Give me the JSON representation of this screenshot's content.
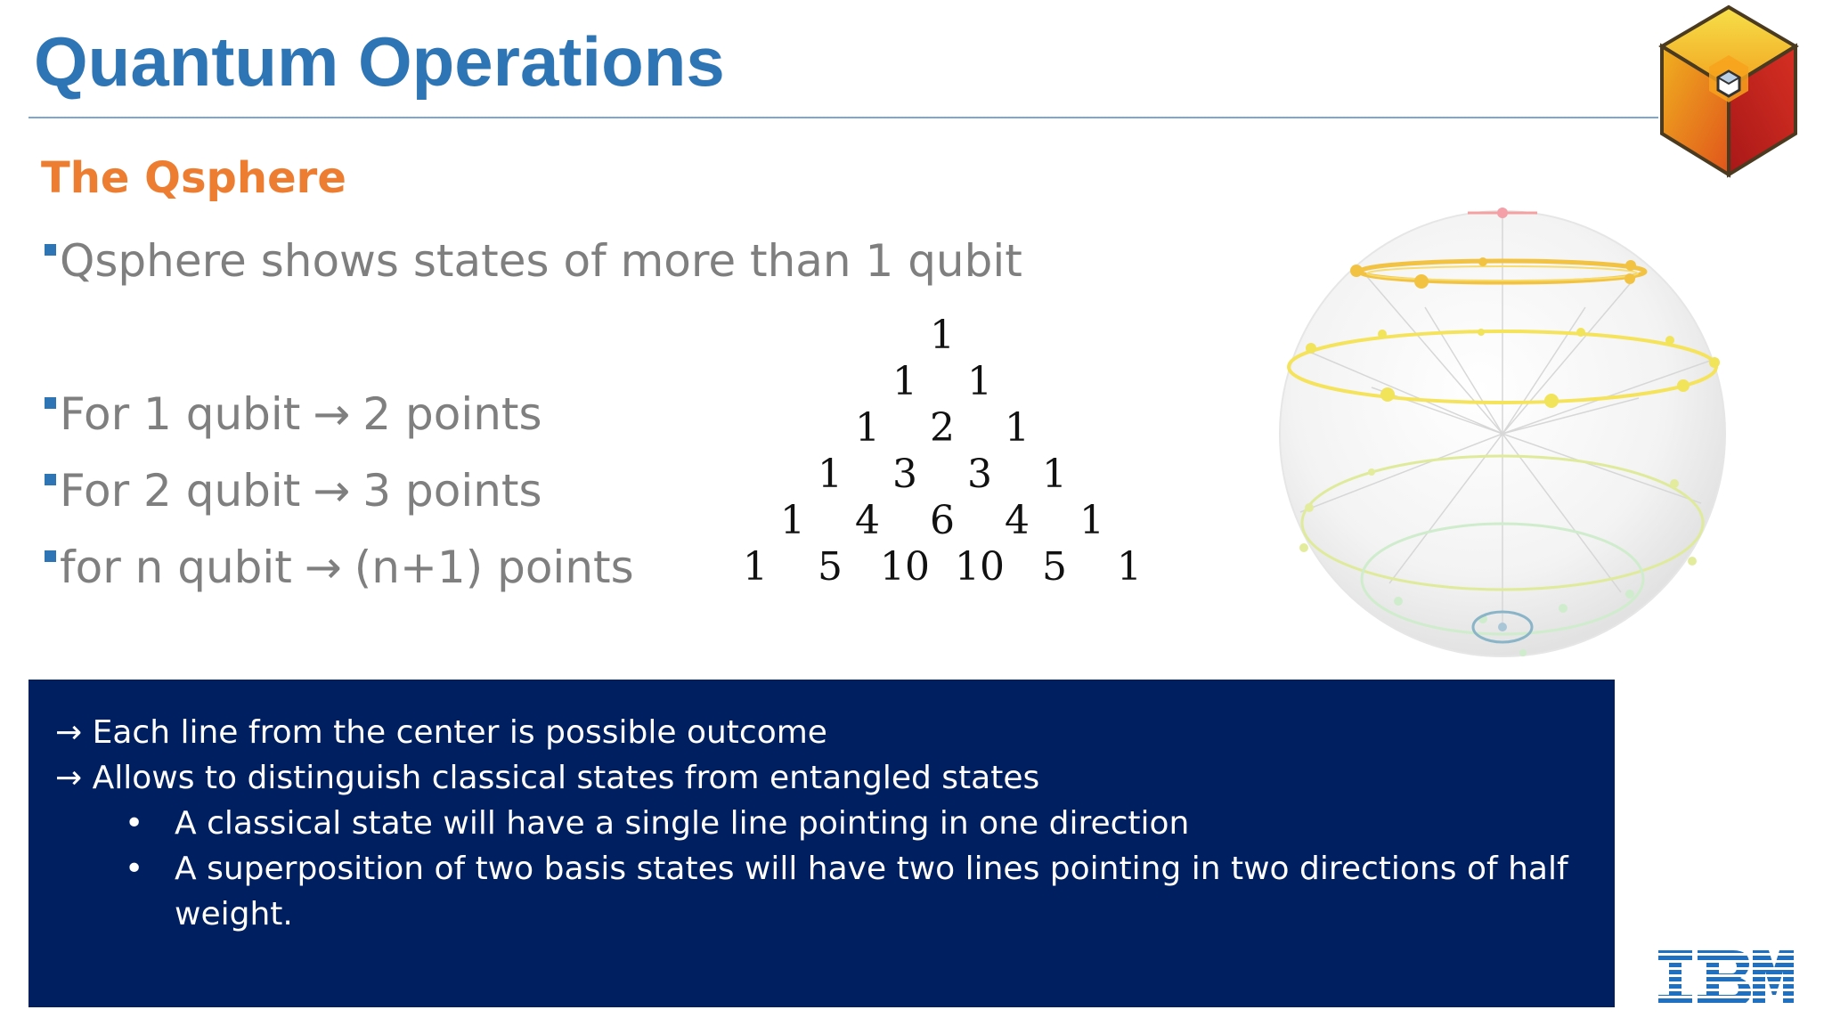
{
  "slide": {
    "title": "Quantum Operations",
    "subtitle": "The Qsphere"
  },
  "bullets": [
    {
      "text": "Qsphere shows states of more than 1 qubit"
    },
    {
      "lead": "For 1 qubit",
      "arrow": "→",
      "tail": "2 points"
    },
    {
      "lead": "For 2 qubit",
      "arrow": "→",
      "tail": "3 points"
    },
    {
      "lead": "for n qubit",
      "arrow": "→",
      "tail": "(n+1) points"
    }
  ],
  "pascal_triangle": [
    [
      "1"
    ],
    [
      "1",
      "1"
    ],
    [
      "1",
      "2",
      "1"
    ],
    [
      "1",
      "3",
      "3",
      "1"
    ],
    [
      "1",
      "4",
      "6",
      "4",
      "1"
    ],
    [
      "1",
      "5",
      "10",
      "10",
      "5",
      "1"
    ]
  ],
  "info_box": {
    "arrow": "→",
    "bullet": "•",
    "lines": [
      "Each line from the center is possible outcome",
      "Allows to distinguish classical states from entangled states"
    ],
    "sub_bullets": [
      "A classical state will have a single line pointing in one direction",
      "A superposition of two basis states will have two lines pointing in two directions of half",
      "weight."
    ]
  },
  "brand": {
    "logo": "IBM",
    "cube_icon": "qiskit-cube-logo"
  },
  "colors": {
    "title": "#2e75b6",
    "subtitle": "#ed7d31",
    "bullet_text": "#7f7f7f",
    "box_background": "#001f60",
    "ibm_blue": "#1f70c1"
  }
}
